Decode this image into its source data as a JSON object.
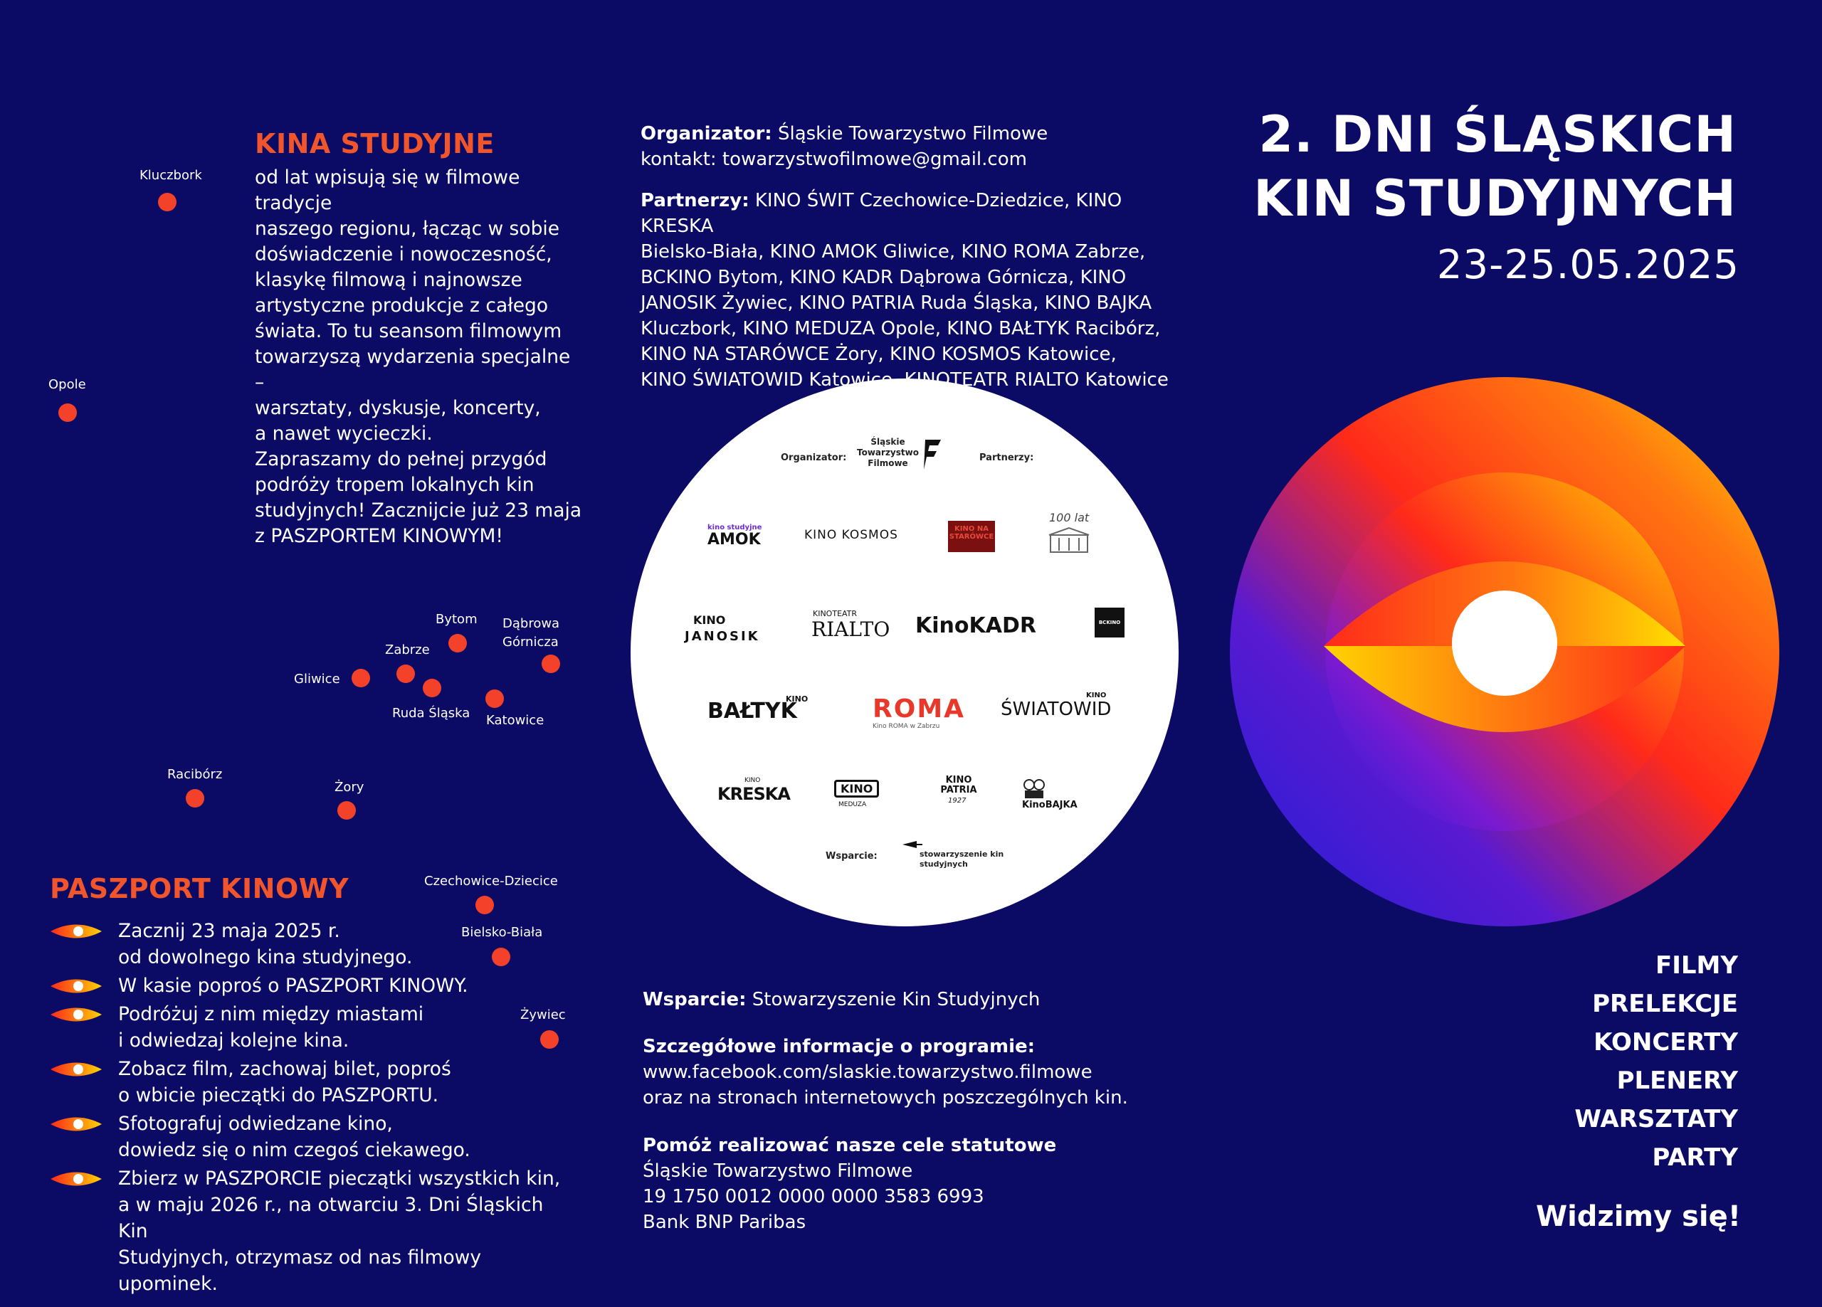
{
  "header": {
    "title_line1": "2. DNI ŚLĄSKICH",
    "title_line2": "KIN STUDYJNYCH",
    "date": "23-25.05.2025"
  },
  "kina_studyjne": {
    "heading": "KINA STUDYJNE",
    "lines": [
      "od lat wpisują się w filmowe tradycje",
      "naszego regionu, łącząc w sobie",
      "doświadczenie i nowoczesność,",
      "klasykę filmową i najnowsze",
      "artystyczne produkcje z całego",
      "świata. To tu seansom filmowym",
      "towarzyszą wydarzenia specjalne –",
      "warsztaty, dyskusje, koncerty,",
      "a nawet wycieczki.",
      "Zapraszamy do pełnej przygód",
      "podróży tropem lokalnych kin",
      "studyjnych!  Zacznijcie już 23 maja",
      "z PASZPORTEM KINOWYM!"
    ]
  },
  "map": {
    "cities": {
      "kluczbork": "Kluczbork",
      "opole": "Opole",
      "bytom": "Bytom",
      "dabrowa": "Dąbrowa\nGórnicza",
      "zabrze": "Zabrze",
      "gliwice": "Gliwice",
      "ruda": "Ruda Śląska",
      "katowice": "Katowice",
      "raciborz": "Racibórz",
      "zory": "Żory",
      "czechowice": "Czechowice-Dziecice",
      "bielsko": "Bielsko-Biała",
      "zywiec": "Żywiec"
    }
  },
  "paszport": {
    "heading": "PASZPORT KINOWY",
    "steps": [
      [
        "Zacznij 23 maja 2025 r.",
        "od dowolnego kina studyjnego."
      ],
      [
        "W kasie poproś o PASZPORT KINOWY."
      ],
      [
        "Podróżuj z nim między miastami",
        "i odwiedzaj kolejne kina."
      ],
      [
        "Zobacz film, zachowaj bilet, poproś",
        "o wbicie pieczątki do PASZPORTU."
      ],
      [
        "Sfotografuj odwiedzane kino,",
        "dowiedz się o nim czegoś ciekawego."
      ],
      [
        "Zbierz w PASZPORCIE pieczątki wszystkich kin,",
        "a w maju 2026 r., na otwarciu 3. Dni Śląskich Kin",
        "Studyjnych, otrzymasz od nas filmowy upominek."
      ]
    ]
  },
  "organizer": {
    "label": "Organizator:",
    "name": "Śląskie Towarzystwo Filmowe",
    "contact": "kontakt: towarzystwofilmowe@gmail.com"
  },
  "partners": {
    "label": "Partnerzy:",
    "lines": [
      " KINO ŚWIT Czechowice-Dziedzice, KINO KRESKA",
      "Bielsko-Biała, KINO AMOK Gliwice, KINO ROMA Zabrze,",
      "BCKINO Bytom, KINO KADR Dąbrowa Górnicza, KINO",
      "JANOSIK Żywiec, KINO PATRIA Ruda Śląska, KINO BAJKA",
      "Kluczbork, KINO MEDUZA Opole, KINO BAŁTYK Racibórz,",
      "KINO NA STARÓWCE Żory, KINO KOSMOS  Katowice,",
      "KINO ŚWIATOWID Katowice, KINOTEATR RIALTO Katowice"
    ]
  },
  "logos": {
    "organizator_label": "Organizator:",
    "organizator_name": "Śląskie\nTowarzystwo\nFilmowe",
    "partnerzy_label": "Partnerzy:",
    "amok_top": "kino studyjne",
    "amok": "AMOK",
    "kosmos": "KINO KOSMOS",
    "starowce": "KINO NA STARÓWCE",
    "stulecie": "100 lat",
    "janosik_top": "KINO",
    "janosik": "JANOSIK",
    "rialto_top": "KINOTEATR",
    "rialto": "RIALTO",
    "kadr": "KinoKADR",
    "bckino": "BCKINO",
    "baltyk": "BAŁTYK",
    "baltyk_top": "KINO",
    "roma": "ROMA",
    "roma_sub": "Kino ROMA w Zabrzu",
    "swiatowid": "ŚWIATOWID",
    "swiatowid_top": "KINO",
    "kreska_top": "KINO",
    "kreska": "KRESKA",
    "meduza_top": "KINO",
    "meduza": "MEDUZA",
    "patria": "KINO PATRIA",
    "patria_year": "1927",
    "bajka": "KinoBAJKA",
    "wsparcie_label": "Wsparcie:",
    "wsparcie_name": "stowarzyszenie kin\nstudyjnych"
  },
  "support": {
    "label": "Wsparcie:",
    "name": " Stowarzyszenie Kin Studyjnych"
  },
  "program": {
    "label": "Szczegółowe informacje o programie:",
    "line1": "www.facebook.com/slaskie.towarzystwo.filmowe",
    "line2": "oraz na stronach internetowych poszczególnych kin."
  },
  "donate": {
    "label": "Pomóż realizować nasze cele statutowe",
    "line1": "Śląskie Towarzystwo Filmowe",
    "line2": "19 1750 0012 0000 0000 3583 6993",
    "line3": "Bank BNP Paribas"
  },
  "activities": [
    "FILMY",
    "PRELEKCJE",
    "KONCERTY",
    "PLENERY",
    "WARSZTATY",
    "PARTY"
  ],
  "closing": "Widzimy się!",
  "colors": {
    "background": "#0b0a64",
    "accent": "#f0552b",
    "dot": "#f4412a"
  }
}
